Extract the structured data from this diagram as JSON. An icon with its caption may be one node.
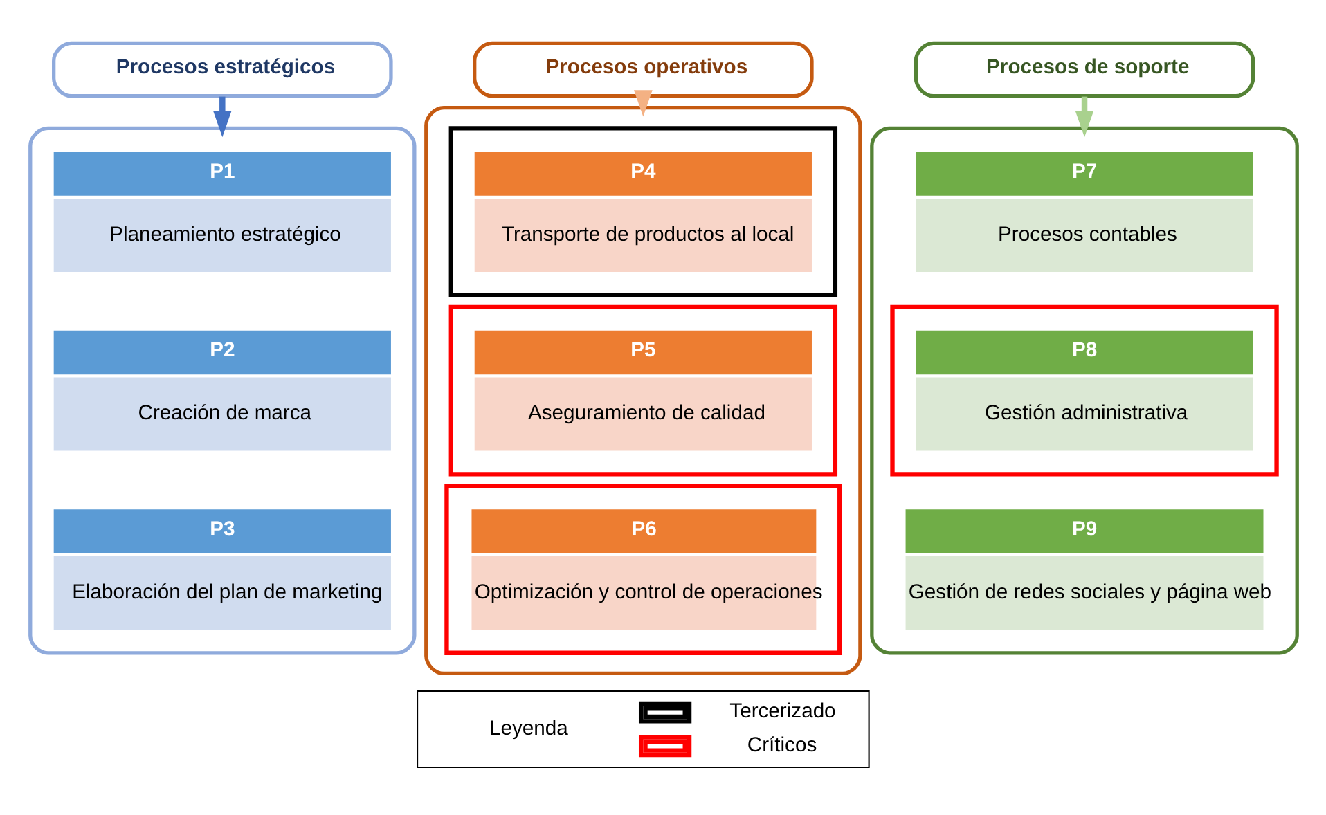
{
  "diagram": {
    "nodes": [
      {
        "text": [
          "Procesos estratégicos"
        ]
      },
      {
        "text": [],
        "shape": "box"
      },
      {
        "text": [
          "P1",
          "Planeamiento estratégico"
        ],
        "in": 1
      },
      {
        "text": [
          "P2",
          "Creación de marca"
        ],
        "in": 1
      },
      {
        "text": [
          "P3",
          "Elaboración del plan de marketing"
        ],
        "in": 1
      },
      {
        "text": [
          "Procesos operativos"
        ]
      },
      {
        "text": [],
        "shape": "box"
      },
      {
        "text": [],
        "shape": "box",
        "in": 6
      },
      {
        "text": [
          "P4",
          "Transporte de productos al local"
        ],
        "in": 7
      },
      {
        "text": [],
        "shape": "box",
        "in": 6
      },
      {
        "text": [
          "P5",
          "Aseguramiento de calidad"
        ],
        "in": 9
      },
      {
        "text": [],
        "shape": "box",
        "in": 6
      },
      {
        "text": [
          "P6",
          "Optimización y control de operaciones"
        ],
        "in": 11
      },
      {
        "text": [
          "Procesos de soporte"
        ]
      },
      {
        "text": [],
        "shape": "box"
      },
      {
        "text": [
          "P7",
          "Procesos contables"
        ],
        "in": 14
      },
      {
        "text": [],
        "shape": "box",
        "in": 14
      },
      {
        "text": [
          "P8",
          "Gestión administrativa"
        ],
        "in": 16
      },
      {
        "text": [
          "P9",
          "Gestión de redes sociales y página web"
        ],
        "in": 14
      }
    ],
    "edges": [
      {
        "from": 0,
        "to": 1,
        "arrow": "to",
        "color": "#4472c4"
      },
      {
        "from": 5,
        "to": 6,
        "arrow": "to",
        "color": "#f4b183"
      },
      {
        "from": 13,
        "to": 14,
        "arrow": "to",
        "color": "#a9d18e"
      }
    ],
    "labels": [
      "Leyenda"
    ],
    "legend": [
      {
        "text": "Tercerizado"
      },
      {
        "text": "Críticos"
      }
    ]
  }
}
